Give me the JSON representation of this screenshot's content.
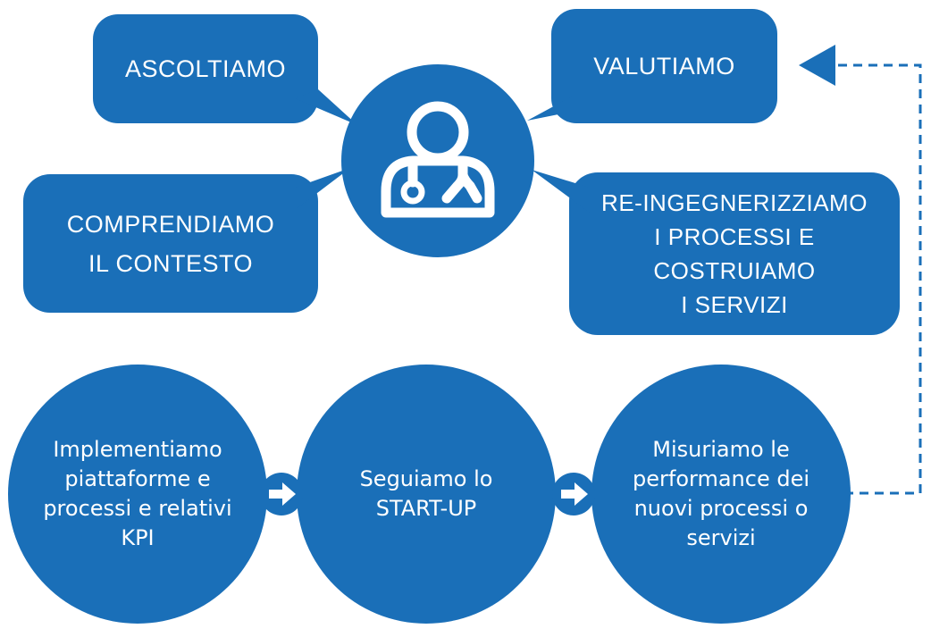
{
  "colors": {
    "primary": "#1a6fb8",
    "white": "#ffffff"
  },
  "center_icon": "doctor-stethoscope-icon",
  "top_bubbles": [
    {
      "id": "ascoltiamo",
      "lines": [
        "ASCOLTIAMO"
      ]
    },
    {
      "id": "valutiamo",
      "lines": [
        "VALUTIAMO"
      ]
    },
    {
      "id": "comprendiamo",
      "lines": [
        "COMPRENDIAMO",
        "IL CONTESTO"
      ]
    },
    {
      "id": "reingegnerizziamo",
      "lines": [
        "RE-INGEGNERIZZIAMO",
        "I PROCESSI E",
        "COSTRUIAMO",
        "I SERVIZI"
      ]
    }
  ],
  "steps": [
    {
      "id": "implementiamo",
      "lines": [
        "Implementiamo",
        "piattaforme e",
        "processi e relativi",
        "KPI"
      ]
    },
    {
      "id": "seguiamo",
      "lines": [
        "Seguiamo lo",
        "START-UP"
      ]
    },
    {
      "id": "misuriamo",
      "lines": [
        "Misuriamo le",
        "performance dei",
        "nuovi processi o",
        "servizi"
      ]
    }
  ]
}
